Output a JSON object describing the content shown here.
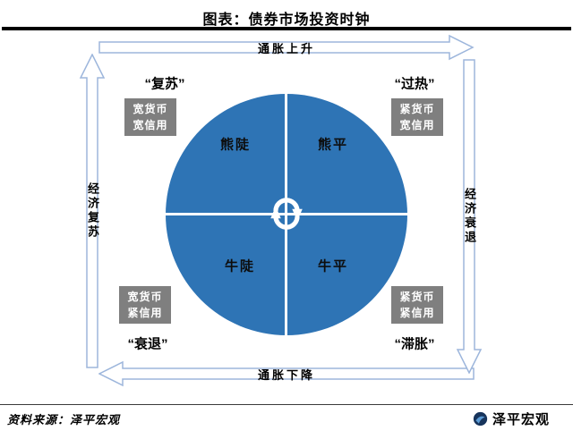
{
  "colors": {
    "circle": "#2E74B5",
    "policy_box": "#7F7F7F",
    "arrow_border": "#9DB6DC",
    "rule": "#000000"
  },
  "header": {
    "title": "图表：债券市场投资时钟"
  },
  "clock": {
    "arrows": {
      "top": "通胀上升",
      "right": "经济衰退",
      "bottom": "通胀下降",
      "left": "经济复苏"
    },
    "quadrants": {
      "top_left": "熊陡",
      "top_right": "熊平",
      "bottom_left": "牛陡",
      "bottom_right": "牛平"
    },
    "corners": {
      "top_left": {
        "phase": "“复苏”",
        "policy1": "宽货币",
        "policy2": "宽信用"
      },
      "top_right": {
        "phase": "“过热”",
        "policy1": "紧货币",
        "policy2": "宽信用"
      },
      "bottom_left": {
        "phase": "“衰退”",
        "policy1": "宽货币",
        "policy2": "紧信用"
      },
      "bottom_right": {
        "phase": "“滞胀”",
        "policy1": "紧货币",
        "policy2": "紧信用"
      }
    }
  },
  "footer": {
    "source": "资料来源：泽平宏观",
    "brand": "泽平宏观"
  }
}
